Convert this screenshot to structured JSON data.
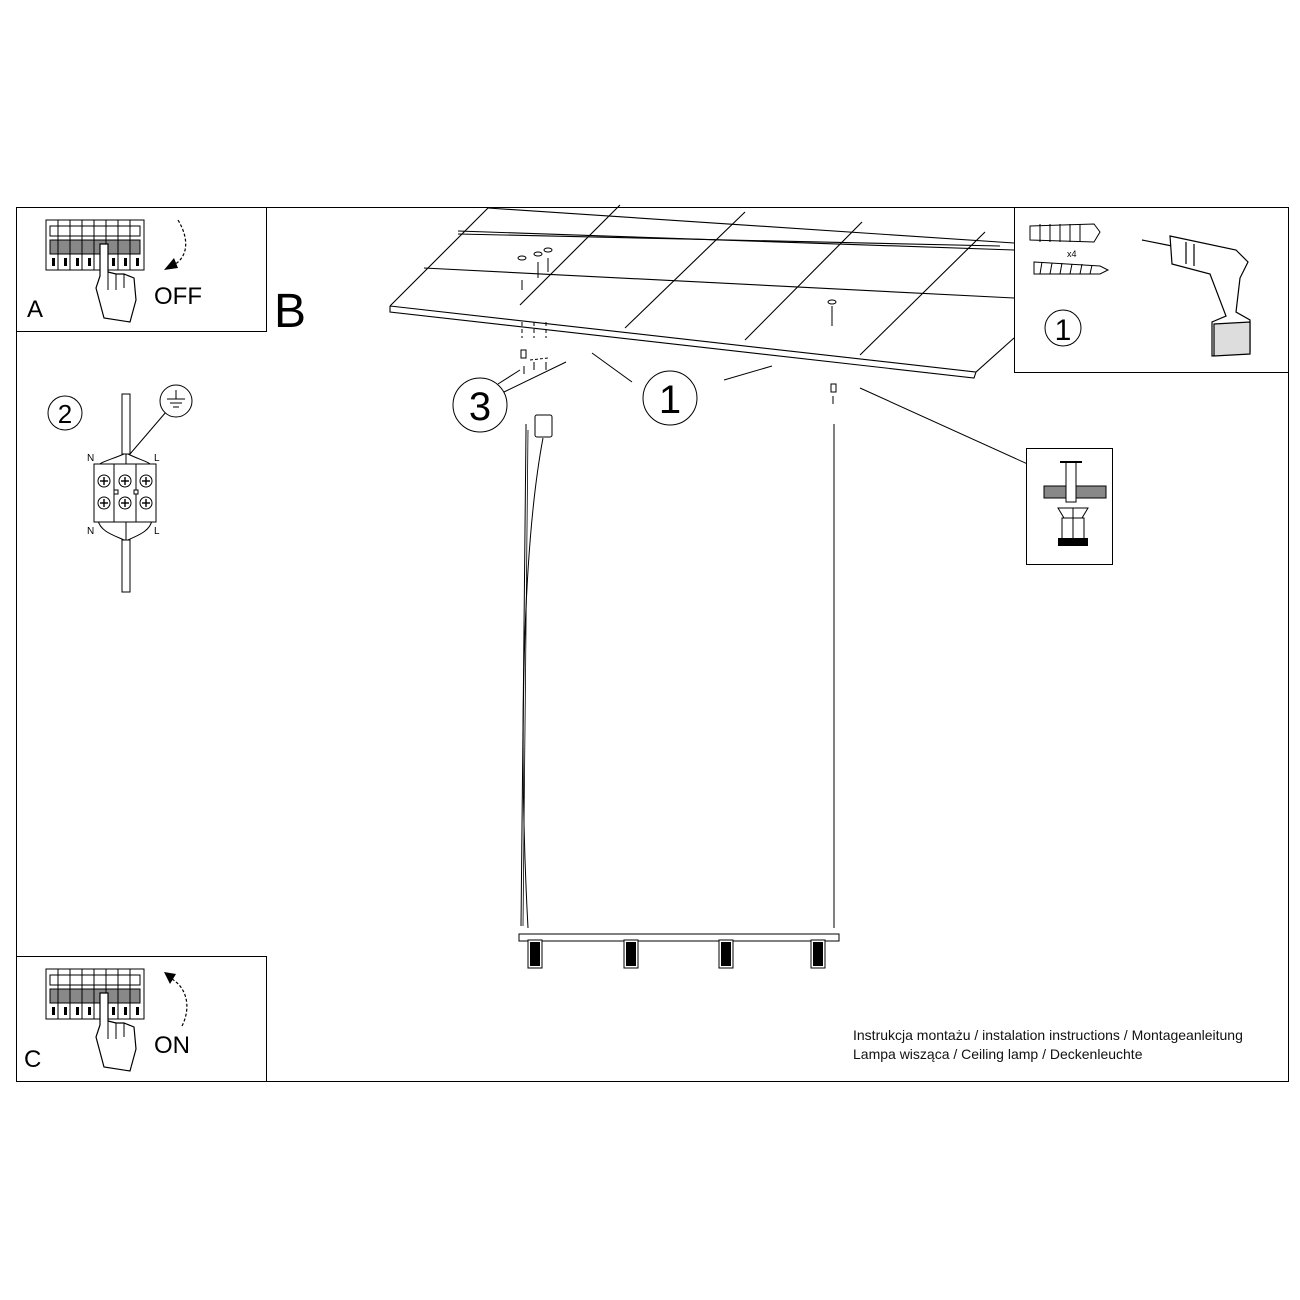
{
  "steps": {
    "a": {
      "label": "A",
      "switch_state": "OFF"
    },
    "b": {
      "label": "B"
    },
    "c": {
      "label": "C",
      "switch_state": "ON"
    }
  },
  "callouts": {
    "hardware": "1",
    "screws_mount": "1",
    "wiring": "2",
    "canopy": "3",
    "dowel_count": "x4"
  },
  "terminal_labels": {
    "n_top": "N",
    "l_top": "L",
    "n_bottom": "N",
    "l_bottom": "L"
  },
  "footer": {
    "line1": "Instrukcja montażu / instalation instructions / Montageanleitung",
    "line2": "Lampa wisząca / Ceiling lamp / Deckenleuchte"
  },
  "lamp": {
    "spot_count": 4
  }
}
